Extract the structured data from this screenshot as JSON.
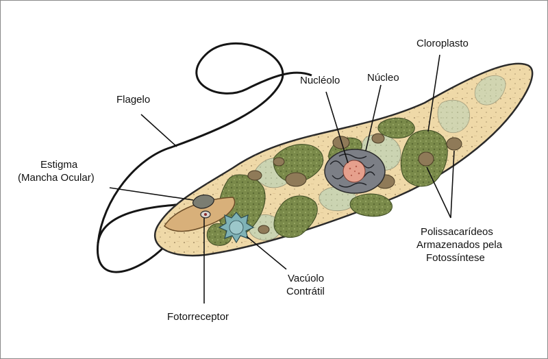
{
  "labels": {
    "flagelo": "Flagelo",
    "estigma_1": "Estigma",
    "estigma_2": "(Mancha Ocular)",
    "nucleolo": "Nucléolo",
    "nucleo": "Núcleo",
    "cloroplasto": "Cloroplasto",
    "poli_1": "Polissacarídeos",
    "poli_2": "Armazenados pela",
    "poli_3": "Fotossíntese",
    "vacuolo_1": "Vacúolo",
    "vacuolo_2": "Contrátil",
    "fotorreceptor": "Fotorreceptor"
  },
  "colors": {
    "cytoplasm": "#efd9a8",
    "chloroplast": "#7a8a4a",
    "paramylon": "#8f7a58",
    "nucleus": "#7c7f86",
    "nucleolus": "#e6a08d",
    "vacuole": "#7fb2b6",
    "stigma": "#7b7d72",
    "vesicle": "#c8d4b4"
  }
}
